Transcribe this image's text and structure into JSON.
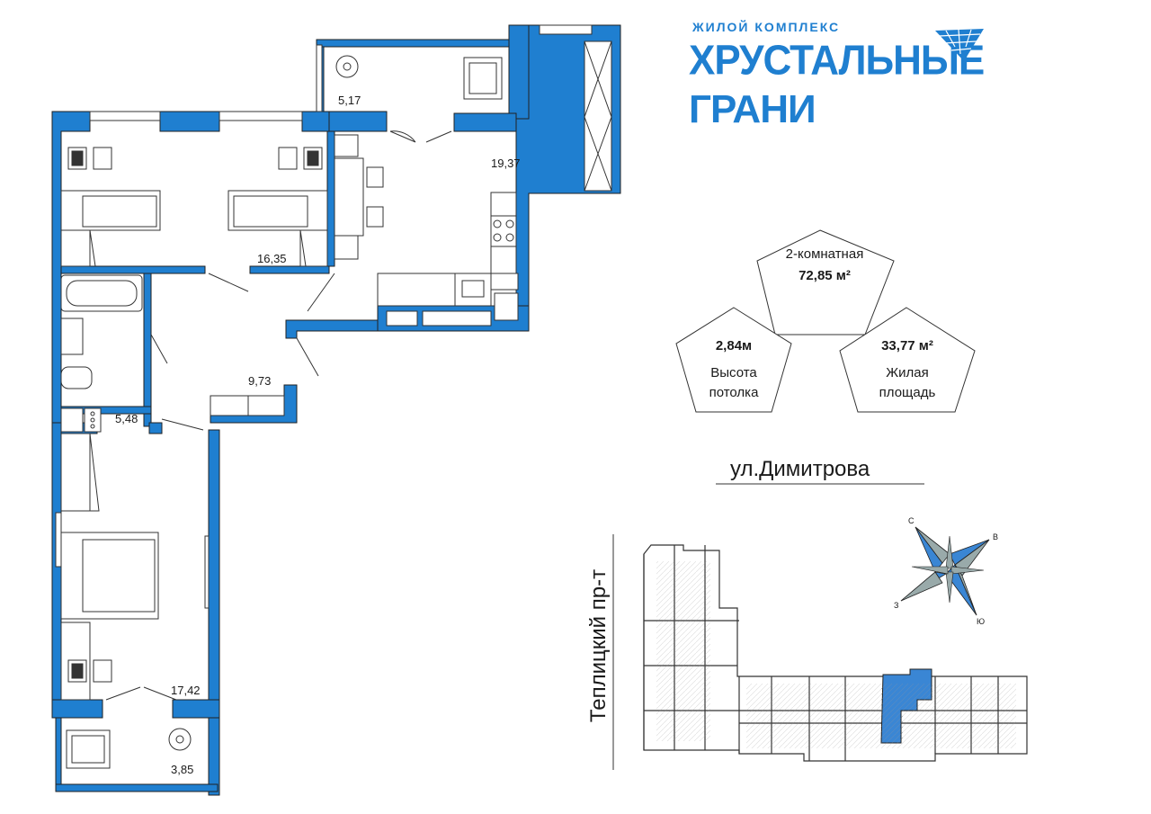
{
  "brand": {
    "subtitle": "ЖИЛОЙ КОМПЛЕКС",
    "name_line1": "ХРУСТАЛЬНЫЕ",
    "name_line2": "ГРАНИ",
    "color": "#1f7fd0"
  },
  "apartment": {
    "type": "2-комнатная",
    "total_area": "72,85 м²",
    "ceiling_value": "2,84м",
    "ceiling_label_1": "Высота",
    "ceiling_label_2": "потолка",
    "living_value": "33,77 м²",
    "living_label_1": "Жилая",
    "living_label_2": "площадь"
  },
  "rooms": {
    "balcony_top": "5,17",
    "kitchen_living": "19,37",
    "bedroom_top": "16,35",
    "hall": "9,73",
    "bathroom": "5,48",
    "bedroom_bottom": "17,42",
    "balcony_bottom": "3,85"
  },
  "streets": {
    "street_main": "ул.Димитрова",
    "avenue": "Теплицкий пр-т"
  },
  "compass": {
    "north": "С",
    "east": "В",
    "south": "Ю",
    "west": "З"
  },
  "colors": {
    "wall": "#1f7fd0",
    "highlight": "#3a86d4"
  }
}
